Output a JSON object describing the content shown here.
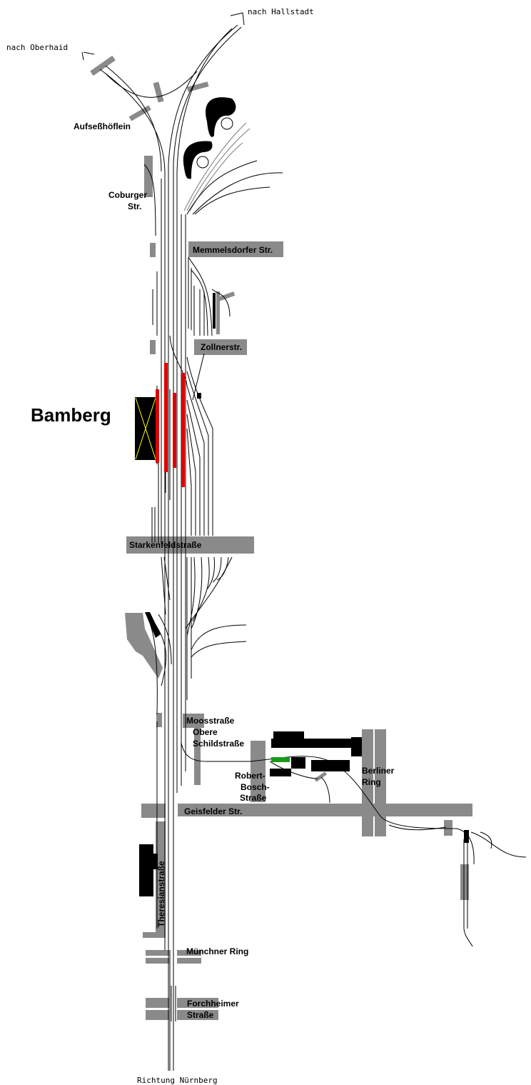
{
  "map": {
    "city_label": "Bamberg",
    "destinations": {
      "north_east": "nach Hallstadt",
      "north_west": "nach Oberhaid",
      "south": "Richtung Nürnberg"
    },
    "places": {
      "aufsesshoeflein": "Aufseßhöflein",
      "coburger_1": "Coburger",
      "coburger_2": "Str.",
      "memmelsdorfer": "Memmelsdorfer Str.",
      "zollner": "Zollnerstr.",
      "starkenfeld": "Starkenfeldstraße",
      "moos": "Moosstraße",
      "obere_1": "Obere",
      "obere_2": "Schildstraße",
      "robert_1": "Robert-",
      "robert_2": "Bosch-",
      "robert_3": "Straße",
      "berliner_1": "Berliner",
      "berliner_2": "Ring",
      "geisfelder": "Geisfelder Str.",
      "theresien": "Theresianstraße",
      "muenchner": "Münchner Ring",
      "forchheimer_1": "Forchheimer",
      "forchheimer_2": "Straße"
    },
    "colors": {
      "track": "#000000",
      "road": "#8a8a8a",
      "building": "#000000",
      "platform": "#e00000",
      "station_cross": "#ffff00",
      "highlight": "#1a9a1a"
    }
  }
}
